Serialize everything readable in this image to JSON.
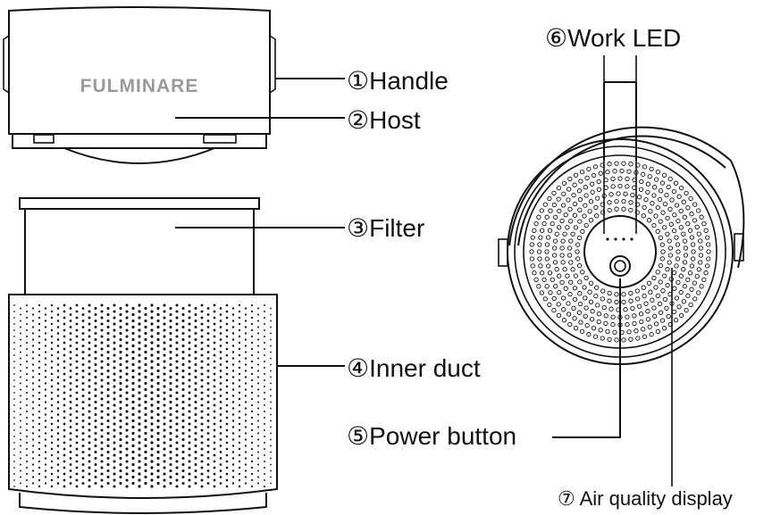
{
  "brand": "FULMINARE",
  "labels": {
    "handle": "①Handle",
    "host": "②Host",
    "filter": "③Filter",
    "inner_duct": "④Inner duct",
    "power_button": "⑤Power button",
    "work_led": "⑥Work LED",
    "air_quality_display": "⑦ Air quality display"
  },
  "colors": {
    "line": "#111111",
    "brand_text": "#9a9a9a",
    "background": "#ffffff"
  }
}
